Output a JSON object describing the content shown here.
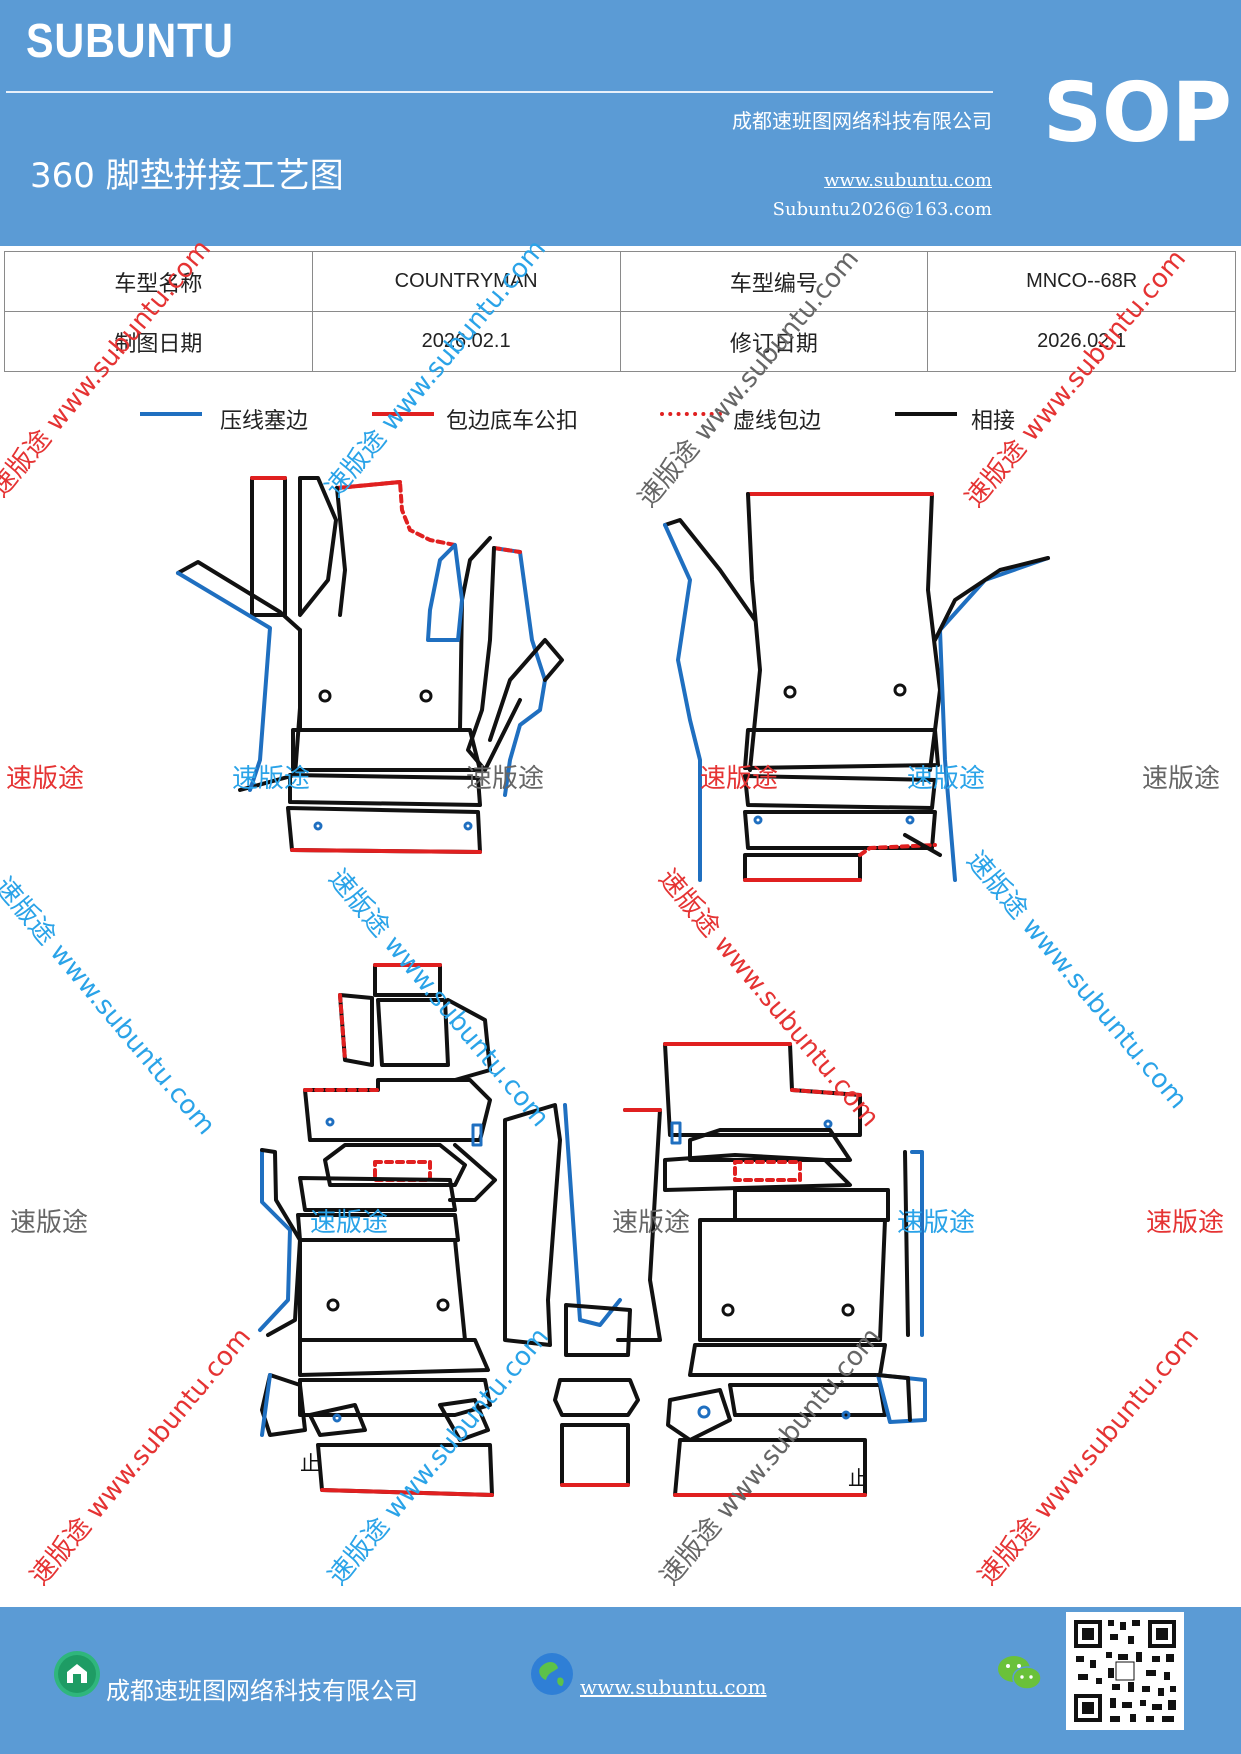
{
  "header": {
    "brand": "SUBUNTU",
    "company": "成都速班图网络科技有限公司",
    "title": "360 脚垫拼接工艺图",
    "website": "www.subuntu.com",
    "email": "Subuntu2026@163.com",
    "badge": "SOP"
  },
  "info_table": {
    "row1": {
      "label1": "车型名称",
      "value1": "COUNTRYMAN",
      "label2": "车型编号",
      "value2": "MNCO--68R"
    },
    "row2": {
      "label1": "制图日期",
      "value1": "2026.02.1",
      "label2": "修订日期",
      "value2": "2026.02.1"
    }
  },
  "legend": [
    {
      "label": "压线塞边",
      "color": "#1f6fc0",
      "style": "solid"
    },
    {
      "label": "包边底车公扣",
      "color": "#e02020",
      "style": "solid"
    },
    {
      "label": "虚线包边",
      "color": "#e02020",
      "style": "dashed"
    },
    {
      "label": "相接",
      "color": "#111111",
      "style": "solid"
    }
  ],
  "watermarks": {
    "brand": "速版途",
    "url_combo": "速版途 www.subuntu.com",
    "url_combo_alt": "速版途 www.subuntu.com",
    "marks": [
      "止",
      "止"
    ]
  },
  "footer": {
    "company": "成都速班图网络科技有限公司",
    "website": "www.subuntu.com"
  },
  "colors": {
    "header_bg": "#5b9bd5",
    "press_line": "#1f6fc0",
    "wrap_edge": "#e02020",
    "joint": "#111111"
  }
}
